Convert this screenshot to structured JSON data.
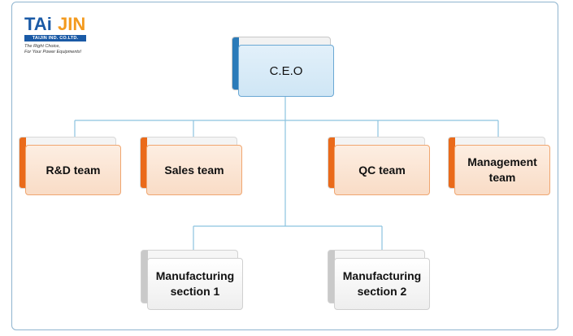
{
  "logo": {
    "brand_left": "TAi",
    "brand_right": "JIN",
    "company": "TAIJIN IND. CO.LTD.",
    "tagline_1": "The Right Choice,",
    "tagline_2": "For Your Power Equipments!"
  },
  "org": {
    "ceo": "C.E.O",
    "teams": [
      "R&D team",
      "Sales team",
      "QC team",
      "Management team"
    ],
    "sections": [
      "Manufacturing section 1",
      "Manufacturing section 2"
    ]
  },
  "colors": {
    "frame_border": "#8fb4cf",
    "connector": "#8cc3df",
    "ceo_accent": "#2b7bb9",
    "team_accent": "#ea6a1a",
    "section_accent": "#c9c9c9",
    "logo_blue": "#1a5aa6",
    "logo_orange": "#f39a1e"
  }
}
